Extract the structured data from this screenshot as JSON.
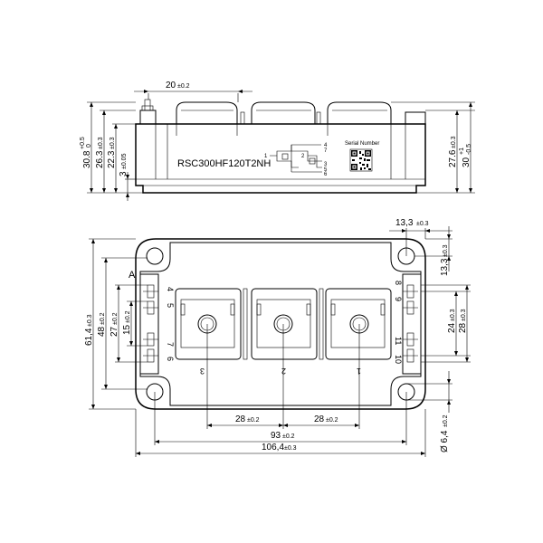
{
  "side_view": {
    "part_number": "RSC300HF120T2NH",
    "serial_label": "Serial Number",
    "schematic_pins": [
      "4",
      "5",
      "6",
      "7",
      "1",
      "2",
      "3"
    ],
    "dims": {
      "top_width": {
        "value": "20",
        "tol": "±0.2"
      },
      "left_1": {
        "value": "30.8",
        "tol_up": "+0.5",
        "tol_dn": "0"
      },
      "left_2": {
        "value": "26.3",
        "tol": "±0.3"
      },
      "left_3": {
        "value": "22.3",
        "tol": "±0.3"
      },
      "left_4": {
        "value": "3",
        "tol": "±0.05"
      },
      "right_1": {
        "value": "27.6",
        "tol": "±0.3"
      },
      "right_2": {
        "value": "30",
        "tol_up": "+1",
        "tol_dn": "-0.5"
      }
    }
  },
  "top_view": {
    "marker_a": "A",
    "terminals": [
      "3",
      "2",
      "1"
    ],
    "left_pins": [
      "4",
      "5",
      "7",
      "6"
    ],
    "right_pins": [
      "8",
      "9",
      "11",
      "10"
    ],
    "dims": {
      "top_right_w": {
        "value": "13,3",
        "tol": "±0.3"
      },
      "top_right_h": {
        "value": "13,3",
        "tol": "±0.3"
      },
      "left_61": {
        "value": "61,4",
        "tol": "±0.3"
      },
      "left_48": {
        "value": "48",
        "tol": "±0.2"
      },
      "left_27": {
        "value": "27",
        "tol": "±0.2"
      },
      "left_15": {
        "value": "15",
        "tol": "±0.2"
      },
      "right_24": {
        "value": "24",
        "tol": "±0.3"
      },
      "right_28": {
        "value": "28",
        "tol": "±0.3"
      },
      "hole_dia": {
        "value": "Ø 6,4",
        "tol": "±0.2"
      },
      "pitch_left": {
        "value": "28",
        "tol": "±0.2"
      },
      "pitch_right": {
        "value": "28",
        "tol": "±0.2"
      },
      "span_93": {
        "value": "93",
        "tol": "±0.2"
      },
      "span_106": {
        "value": "106,4",
        "tol": "±0.3"
      }
    }
  }
}
